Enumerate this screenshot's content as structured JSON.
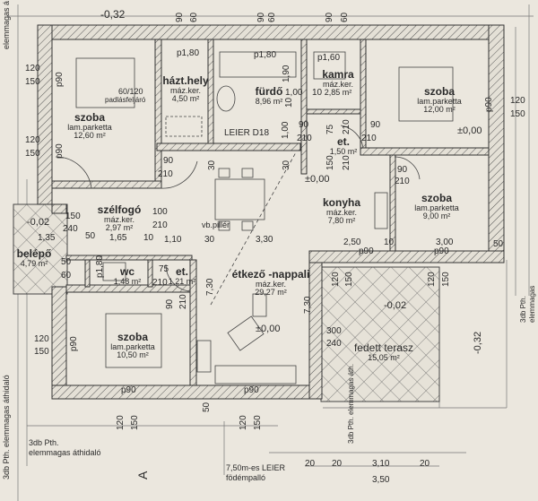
{
  "rooms": [
    {
      "name": "szoba",
      "floor": "lam.parketta",
      "area": "12,60 m²"
    },
    {
      "name": "házt.hely",
      "floor": "máz.ker.",
      "area": "4,50 m²"
    },
    {
      "name": "fürdő",
      "floor": "",
      "area": "8,96 m²"
    },
    {
      "name": "kamra",
      "floor": "máz.ker.",
      "area": "2,85 m²"
    },
    {
      "name": "szoba",
      "floor": "lam.parketta",
      "area": "12,00 m²"
    },
    {
      "name": "et.",
      "floor": "",
      "area": "1,50 m²"
    },
    {
      "name": "konyha",
      "floor": "máz.ker.",
      "area": "7,80 m²"
    },
    {
      "name": "szoba",
      "floor": "lam.parketta",
      "area": "9,00 m²"
    },
    {
      "name": "szélfogó",
      "floor": "máz.ker.",
      "area": "2,97 m²"
    },
    {
      "name": "belépő",
      "floor": "",
      "area": "4,79 m²"
    },
    {
      "name": "wc",
      "floor": "",
      "area": "1,48 m²"
    },
    {
      "name": "et.",
      "floor": "",
      "area": "1,21 m²"
    },
    {
      "name": "étkező -nappali",
      "floor": "máz.ker.",
      "area": "29,27 m²"
    },
    {
      "name": "szoba",
      "floor": "lam.parketta",
      "area": "10,50 m²"
    },
    {
      "name": "fedett terasz",
      "floor": "",
      "area": "15,05 m²"
    }
  ],
  "annotations": {
    "level_top": "-0,32",
    "attic_hatch": "60/120",
    "attic_hatch_label": "padlásfeljáró",
    "leier": "LEIER D18",
    "level_bedroom": "±0,00",
    "level_hall": "±0,00",
    "pillar": "vb.pillér",
    "level_entry": "-0,02",
    "level_living": "±0,00",
    "level_terrace": "-0,02",
    "level_right": "-0,32",
    "lintel_bottom_1": "3db Pth.",
    "lintel_bottom_2": "elemmagas áthidaló",
    "lintel_left": "3db Pth. elemmagas áthidaló",
    "lintel_topleft": "elemmagas á",
    "lintel_right": "3db Pth.",
    "lintel_right2": "elemmagas",
    "lintel_terrace": "3db Pth. elemmagas áth.",
    "beam_1": "7,50m-es LEIER",
    "beam_2": "födémpalló",
    "section": "A",
    "bottom_dims": [
      "20",
      "20",
      "3,10",
      "20"
    ],
    "bottom_total": "3,50"
  },
  "dims": [
    "120",
    "150",
    "p90",
    "120",
    "150",
    "p90",
    "90",
    "60",
    "p1,80",
    "90",
    "60",
    "p1,80",
    "90",
    "60",
    "p1,60",
    "1,90",
    "1,00",
    "10",
    "10",
    "1,00",
    "90",
    "210",
    "75",
    "210",
    "90",
    "210",
    "150",
    "210",
    "30",
    "30",
    "90",
    "210",
    "120",
    "150",
    "p90",
    "90",
    "210",
    "150",
    "240",
    "1,35",
    "50",
    "1,65",
    "10",
    "100",
    "210",
    "1,10",
    "30",
    "3,30",
    "2,50",
    "10",
    "3,00",
    "50",
    "p90",
    "p90",
    "50",
    "60",
    "p1,80",
    "75",
    "210",
    "90",
    "210",
    "7,30",
    "7,30",
    "120",
    "150",
    "120",
    "150",
    "300",
    "240",
    "120",
    "150",
    "p90",
    "p90",
    "p90",
    "50",
    "120",
    "150",
    "120",
    "150"
  ]
}
